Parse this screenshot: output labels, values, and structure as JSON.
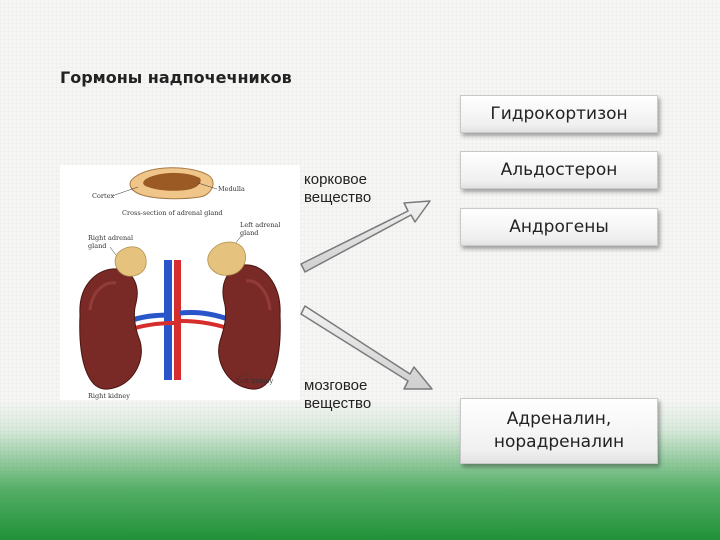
{
  "title": "Гормоны надпочечников",
  "labels": {
    "cortex": "корковое\nвещество",
    "medulla": "мозговое\nвещество"
  },
  "hormones": [
    {
      "text": "Гидрокортизон"
    },
    {
      "text": "Альдостерон"
    },
    {
      "text": "Андрогены"
    },
    {
      "text": "Адреналин,\nнорадреналин"
    }
  ],
  "illustration_labels": {
    "cortex": "Cortex",
    "medulla": "Medulla",
    "section": "Cross-section of adrenal gland",
    "right_gland": "Right adrenal\ngland",
    "left_gland": "Left adrenal\ngland",
    "left_kidney": "Left kidney",
    "right_kidney": "Right kidney"
  }
}
